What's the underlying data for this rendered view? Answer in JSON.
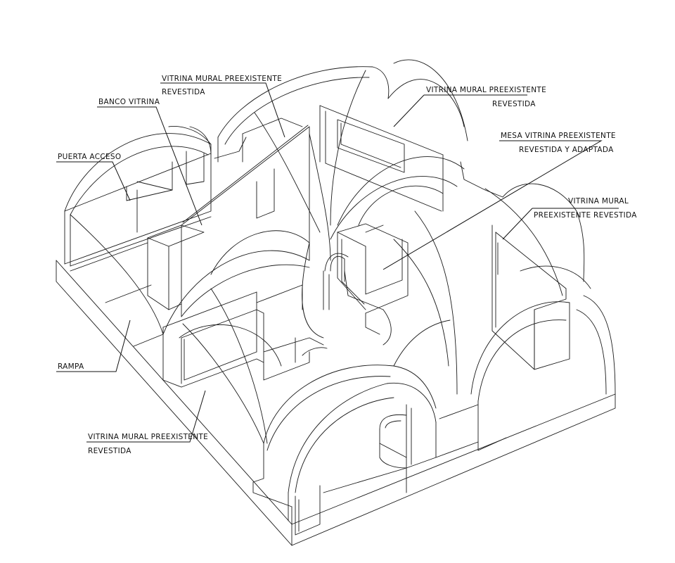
{
  "labels": {
    "vitrina_top": [
      "VITRINA MURAL PREEXISTENTE",
      "REVESTIDA"
    ],
    "banco": [
      "BANCO VITRINA"
    ],
    "puerta": [
      "PUERTA ACCESO"
    ],
    "vitrina_right_top": [
      "VITRINA MURAL PREEXISTENTE",
      "REVESTIDA"
    ],
    "mesa": [
      "MESA VITRINA PREEXISTENTE",
      "REVESTIDA Y ADAPTADA"
    ],
    "vitrina_right": [
      "VITRINA MURAL",
      "PREEXISTENTE REVESTIDA"
    ],
    "rampa": [
      "RAMPA"
    ],
    "vitrina_bottom": [
      "VITRINA MURAL PREEXISTENTE",
      "REVESTIDA"
    ]
  },
  "colors": {
    "line": "#1a1a1a",
    "background": "#ffffff"
  }
}
